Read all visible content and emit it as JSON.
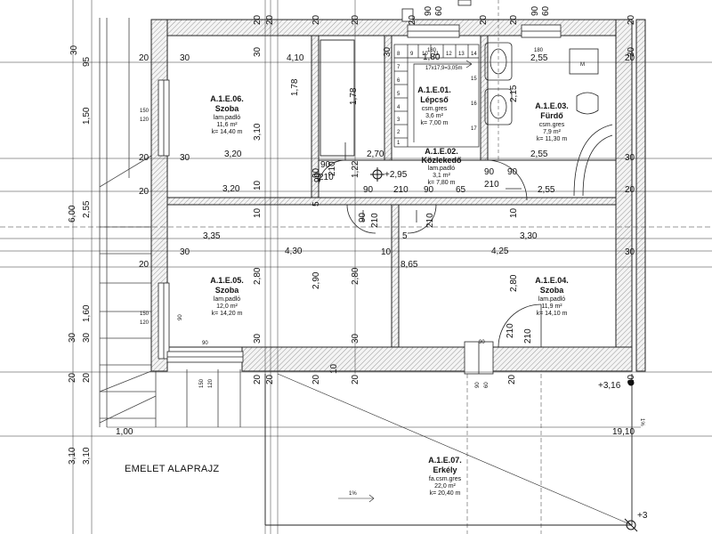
{
  "title": "EMELET ALAPRAJZ",
  "rooms": [
    {
      "code": "A.1.E.06.",
      "name": "Szoba",
      "floor": "lam.padló",
      "area": "11,6 m²",
      "perimeter": "k= 14,40 m"
    },
    {
      "code": "A.1.E.01.",
      "name": "Lépcső",
      "floor": "csm.gres",
      "area": "3,6 m²",
      "perimeter": "k= 7,00 m"
    },
    {
      "code": "A.1.E.03.",
      "name": "Fürdő",
      "floor": "csm.gres",
      "area": "7,9 m²",
      "perimeter": "k= 11,30 m"
    },
    {
      "code": "A.1.E.02.",
      "name": "Közlekedő",
      "floor": "lam.padló",
      "area": "3,1 m²",
      "perimeter": "k= 7,80 m"
    },
    {
      "code": "A.1.E.05.",
      "name": "Szoba",
      "floor": "lam.padló",
      "area": "12,0 m²",
      "perimeter": "k= 14,20 m"
    },
    {
      "code": "A.1.E.04.",
      "name": "Szoba",
      "floor": "lam.padló",
      "area": "11,9 m²",
      "perimeter": "k= 14,10 m"
    },
    {
      "code": "A.1.E.07.",
      "name": "Erkély",
      "floor": "fa.csm.gres",
      "area": "22,0 m²",
      "perimeter": "k= 20,40 m"
    }
  ],
  "stair": {
    "label": "17x17,9=3,05m",
    "steps": [
      "1",
      "2",
      "3",
      "4",
      "5",
      "6",
      "7",
      "8",
      "9",
      "10",
      "11",
      "12",
      "13",
      "14",
      "15",
      "16",
      "17"
    ]
  },
  "levels": {
    "corridor": "+2,95",
    "right_top": "+3,16",
    "right_bottom": "+3"
  },
  "slope": {
    "balcony": "1%",
    "side": "1%"
  },
  "wall_marks": [
    "20",
    "30",
    "20",
    "30",
    "10",
    "20",
    "30",
    "20",
    "20",
    "10",
    "20",
    "20",
    "30",
    "20"
  ],
  "dims": {
    "top_row": [
      "4,10",
      "1,80",
      "2,55"
    ],
    "row_3_20": [
      "3,20",
      "3,20",
      "2,70",
      "2,55",
      "2,55"
    ],
    "row_mid": [
      "3,35",
      "3,30",
      "4,30",
      "4,25",
      "8,65"
    ],
    "heights_top": [
      "1,78",
      "1,78",
      "2,15",
      "3,10"
    ],
    "heights_bottom": [
      "2,80",
      "2,90",
      "2,80",
      "2,80"
    ],
    "corridor_small": [
      "90",
      "210",
      "1,22",
      "90",
      "210",
      "90",
      "90",
      "65",
      "90",
      "210",
      "90",
      "210",
      "210",
      "210",
      "210",
      "5"
    ],
    "window_left_top": [
      "150",
      "120"
    ],
    "window_left_bottom": [
      "150",
      "120"
    ],
    "window_top_1": [
      "90",
      "60",
      "180"
    ],
    "window_top_2": [
      "90",
      "60",
      "180"
    ],
    "window_bottom_1": [
      "150",
      "120"
    ],
    "window_bottom_2": [
      "90",
      "60"
    ],
    "door_marks": [
      "90",
      "90",
      "90",
      "210",
      "90"
    ],
    "left_vertical": [
      "30",
      "95",
      "1,50",
      "6,00",
      "2,55",
      "1,60",
      "30",
      "20",
      "3,10",
      "3,10",
      "20",
      "30"
    ],
    "bottom": [
      "1,00",
      "19,10"
    ],
    "misc_left": [
      "20",
      "30",
      "20",
      "30",
      "30",
      "20",
      "20"
    ],
    "misc_wall": [
      "20",
      "20",
      "20",
      "20",
      "30",
      "20",
      "10",
      "30",
      "30",
      "20",
      "90",
      "10",
      "10",
      "5",
      "20",
      "20"
    ]
  },
  "fixtures": {
    "wc_letter": "M"
  }
}
